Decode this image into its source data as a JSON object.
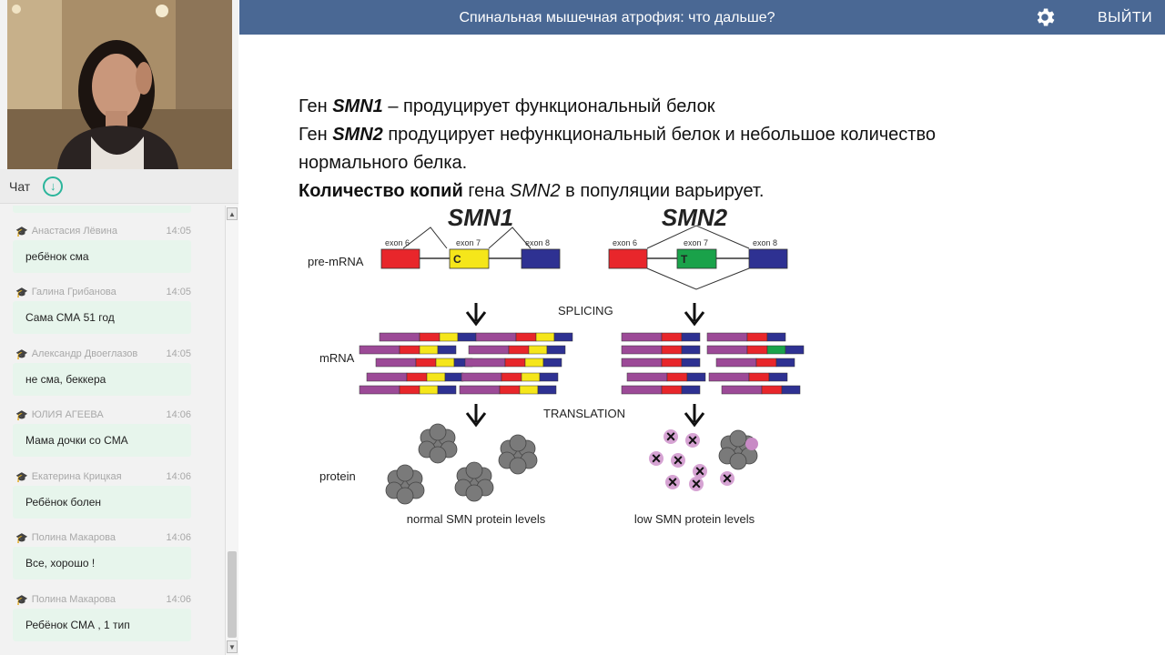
{
  "topbar": {
    "title": "Спинальная мышечная атрофия: что дальше?",
    "exit_label": "ВЫЙТИ"
  },
  "chat": {
    "title": "Чат",
    "messages": [
      {
        "author": "Анастасия Лёвина",
        "time": "14:05",
        "text": "ребёнок сма"
      },
      {
        "author": "Галина Грибанова",
        "time": "14:05",
        "text": "Сама СМА 51 год"
      },
      {
        "author": "Александр Двоеглазов",
        "time": "14:05",
        "text": "не сма, беккера"
      },
      {
        "author": "ЮЛИЯ АГЕЕВА",
        "time": "14:06",
        "text": "Мама дочки со СМА"
      },
      {
        "author": "Екатерина Крицкая",
        "time": "14:06",
        "text": "Ребёнок болен"
      },
      {
        "author": "Полина Макарова",
        "time": "14:06",
        "text": "Все, хорошо !"
      },
      {
        "author": "Полина Макарова",
        "time": "14:06",
        "text": "Ребёнок СМА , 1 тип"
      }
    ]
  },
  "slide": {
    "line1_a": "Ген ",
    "line1_gene": "SMN1",
    "line1_b": " – продуцирует функциональный белок",
    "line2_a": "Ген ",
    "line2_gene": "SMN2",
    "line2_b": " продуцирует нефункциональный белок и небольшое количество",
    "line3": "нормального белка.",
    "line4_bold": "Количество копий",
    "line4_a": " гена ",
    "line4_gene": "SMN2",
    "line4_b": " в популяции варьирует."
  },
  "figure": {
    "title_left": "SMN1",
    "title_right": "SMN2",
    "row_premrna": "pre-mRNA",
    "row_mrna": "mRNA",
    "row_protein": "protein",
    "exon6": "exon 6",
    "exon7": "exon 7",
    "exon8": "exon 8",
    "base_c": "C",
    "base_t": "T",
    "splicing": "SPLICING",
    "translation": "TRANSLATION",
    "caption_left": "normal SMN protein levels",
    "caption_right": "low SMN protein levels",
    "colors": {
      "red": "#e8262b",
      "yellow": "#f5e61a",
      "green": "#1aa24a",
      "blue": "#2e3192",
      "purple": "#9c4a97"
    }
  }
}
